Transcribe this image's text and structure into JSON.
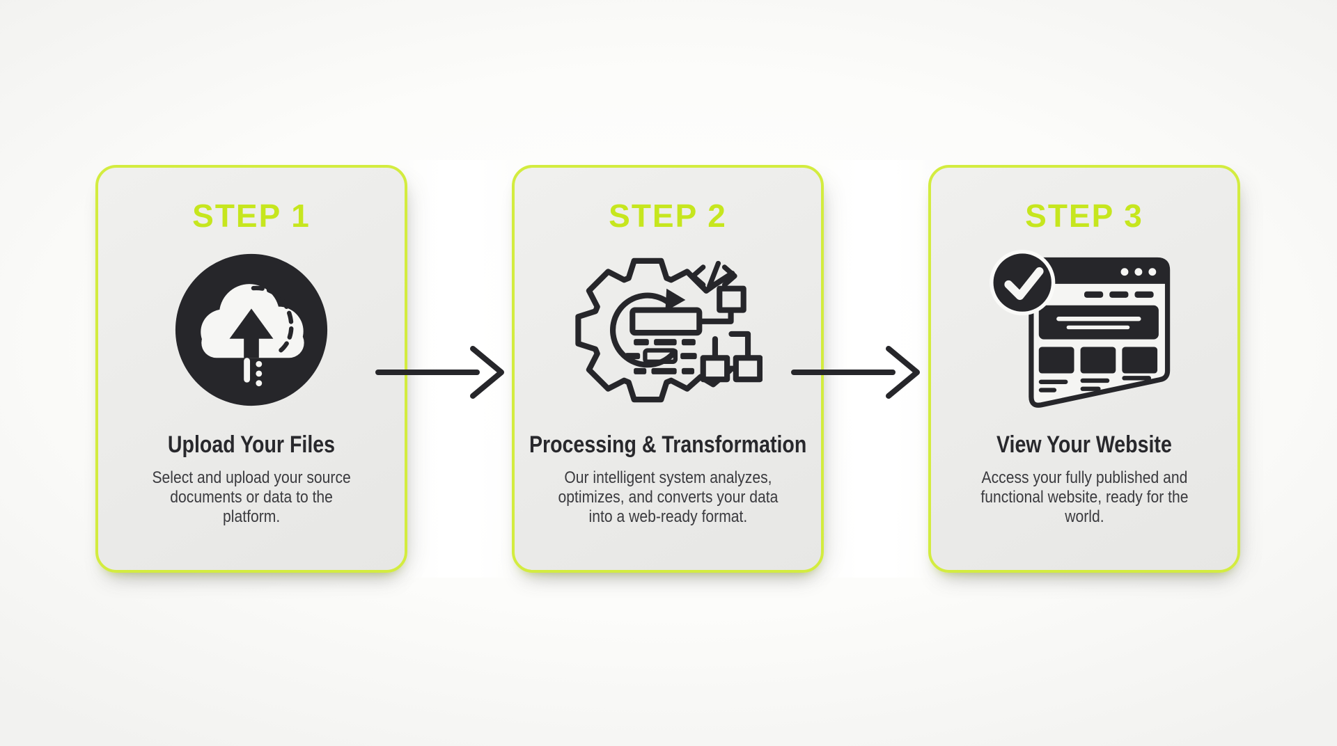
{
  "colors": {
    "accent_lime_text": "#c6e61e",
    "accent_lime_border": "#d3ec3f",
    "icon_dark": "#26262a",
    "card_background": "#ebebe9",
    "title_text": "#28282c",
    "body_text": "#3a3a3e"
  },
  "arrow_icon": "right-arrow-icon",
  "steps": [
    {
      "label": "STEP 1",
      "icon": "cloud-upload-icon",
      "title": "Upload Your Files",
      "body_lines": [
        "Select and upload your source",
        "documents or data to the",
        "platform."
      ]
    },
    {
      "label": "STEP 2",
      "icon": "gear-processing-icon",
      "title": "Processing & Transformation",
      "body_lines": [
        "Our intelligent system analyzes,",
        "optimizes, and converts your data",
        "into a web-ready format."
      ]
    },
    {
      "label": "STEP 3",
      "icon": "website-check-icon",
      "title": "View Your Website",
      "body_lines": [
        "Access your fully published and",
        "functional website, ready for the",
        "world."
      ]
    }
  ]
}
